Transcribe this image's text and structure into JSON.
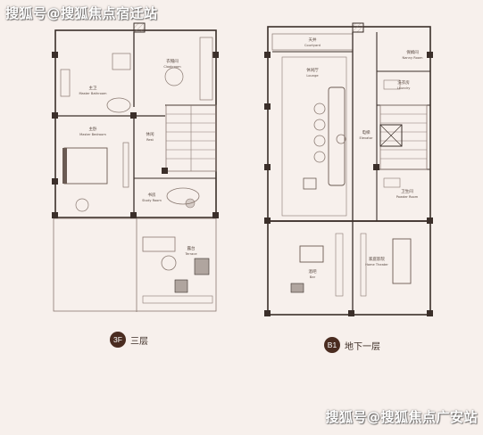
{
  "watermark": {
    "top": "搜狐号@搜狐焦点宿迁站",
    "bottom": "搜狐号@搜狐焦点广安站"
  },
  "floors": {
    "third": {
      "badge": "3F",
      "name": "三层",
      "rooms": {
        "cloakroom_cn": "衣帽间",
        "cloakroom_en": "Cloakroom",
        "bath_cn": "主卫",
        "bath_en": "Master Bathroom",
        "bedroom_cn": "主卧",
        "bedroom_en": "Master Bedroom",
        "hall_cn": "休闲",
        "hall_en": "Rest",
        "study_cn": "书房",
        "study_en": "Study Room",
        "terrace_cn": "露台",
        "terrace_en": "Terrace"
      }
    },
    "basement": {
      "badge": "B1",
      "name": "地下一层",
      "rooms": {
        "courtyard_cn": "天井",
        "courtyard_en": "Courtyard",
        "lounge_cn": "休闲厅",
        "lounge_en": "Lounge",
        "nanny_cn": "保姆间",
        "nanny_en": "Nanny Room",
        "laundry_cn": "洗衣房",
        "laundry_en": "Laundry",
        "elevator_cn": "电梯",
        "elevator_en": "Elevator",
        "powder_cn": "卫生间",
        "powder_en": "Powder Room",
        "bar_cn": "酒吧",
        "bar_en": "Bar",
        "theater_cn": "家庭影院",
        "theater_en": "Home Theater"
      }
    }
  },
  "colors": {
    "background": "#f7f0ec",
    "wall": "#3b2f2a",
    "line": "#8a7a72",
    "badge": "#4a2c20"
  }
}
